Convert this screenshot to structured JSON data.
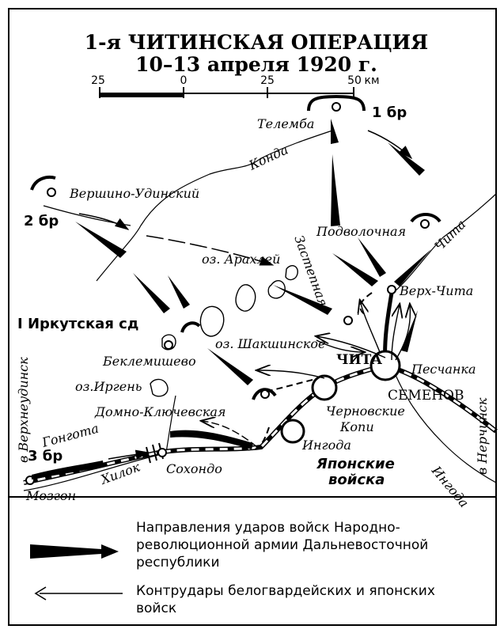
{
  "title": {
    "line1": "1-я ЧИТИНСКАЯ ОПЕРАЦИЯ",
    "line2": "10–13 апреля 1920 г."
  },
  "scale": {
    "ticks": [
      "25",
      "0",
      "25",
      "50"
    ],
    "unit": "км"
  },
  "places": {
    "telemba": "Телемба",
    "konda": "Конда",
    "vershino": "Вершино-Удинский",
    "podvolochnaya": "Подволочная",
    "chita_river": "Чита",
    "zastepnaya": "Застепная",
    "arakhlei": "оз. Арахлей",
    "verkh_chita": "Верх-Чита",
    "shakshinskoe": "оз. Шакшинское",
    "beklemishevo": "Беклемишево",
    "chita": "ЧИТА",
    "peschanka": "Песчанка",
    "semenov": "СЕМЕНОВ",
    "irgen": "оз.Иргень",
    "domno": "Домно-Ключевская",
    "chernovskie1": "Черновские",
    "chernovskie2": "Копи",
    "ingoda_st": "Ингода",
    "ingoda_river": "Ингода",
    "gongota": "Гонгота",
    "khilok": "Хилок",
    "sokhondo": "Сохондо",
    "mozgon": "Мозгон",
    "to_verkhneudinsk": "в Верхнеудинск",
    "to_nerchinsk": "в Нерчинск"
  },
  "units": {
    "br1": "1 бр",
    "br2": "2 бр",
    "br3": "3 бр",
    "irkutsk": "I Иркутская сд",
    "japanese1": "Японские",
    "japanese2": "войска"
  },
  "legend": {
    "item1": [
      "Направления ударов войск Народно-",
      "революционной армии Дальневосточной",
      "республики"
    ],
    "item2": [
      "Контрудары белогвардейских и японских",
      "войск"
    ]
  }
}
